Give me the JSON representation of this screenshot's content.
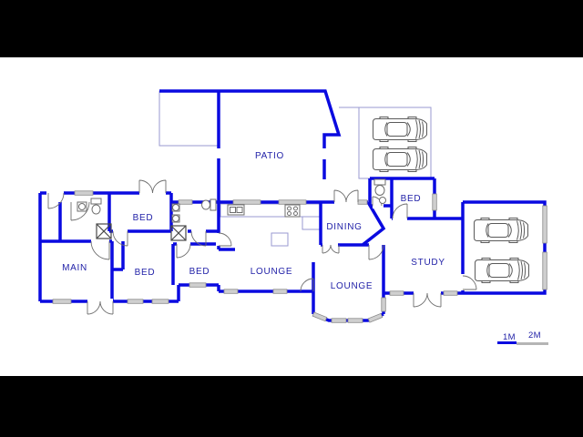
{
  "scene": {
    "type": "residential floor plan drawing",
    "letterbox_color": "#000000",
    "paper_color": "#ffffff"
  },
  "palette": {
    "wall_blue": "#0a0ae0",
    "label_navy": "#2222a8",
    "thin_outline_blue": "#9a9ad0",
    "window_gray": "#cfcfcf",
    "door_fixture_gray": "#6e6e6e",
    "scale_bar_blue": "#0a0ae0",
    "scale_bar_gray": "#b5b5b5"
  },
  "rooms": [
    {
      "id": "patio",
      "label": "PATIO"
    },
    {
      "id": "bed-1",
      "label": "BED"
    },
    {
      "id": "main",
      "label": "MAIN"
    },
    {
      "id": "bed-2",
      "label": "BED"
    },
    {
      "id": "bed-3",
      "label": "BED"
    },
    {
      "id": "lounge-left",
      "label": "LOUNGE"
    },
    {
      "id": "dining",
      "label": "DINING"
    },
    {
      "id": "lounge-bay",
      "label": "LOUNGE"
    },
    {
      "id": "bed-4",
      "label": "BED"
    },
    {
      "id": "study",
      "label": "STUDY"
    }
  ],
  "scale_bar": {
    "labels": [
      "1M",
      "2M"
    ]
  },
  "vehicles": {
    "carport_cars": 2,
    "garage_cars": 2
  }
}
